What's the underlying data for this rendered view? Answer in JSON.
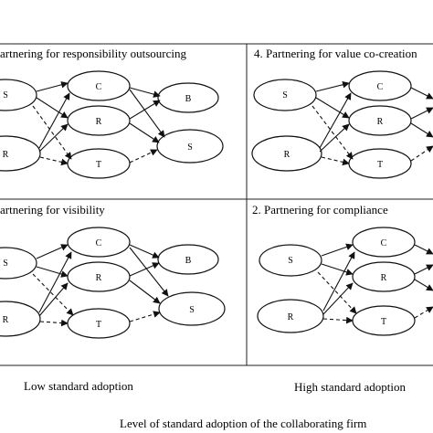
{
  "panels": [
    {
      "title": "artnering for responsibility outsourcing",
      "nodes": {
        "s1": "S",
        "r1": "R",
        "c": "C",
        "r": "R",
        "t": "T",
        "b": "B",
        "s2": "S"
      }
    },
    {
      "title": "4. Partnering for value co-creation",
      "nodes": {
        "s1": "S",
        "r1": "R",
        "c": "C",
        "r": "R",
        "t": "T"
      }
    },
    {
      "title": "artnering for visibility",
      "nodes": {
        "s1": "S",
        "r1": "R",
        "c": "C",
        "r": "R",
        "t": "T",
        "b": "B",
        "s2": "S"
      }
    },
    {
      "title": "2. Partnering for compliance",
      "nodes": {
        "s1": "S",
        "r1": "R",
        "c": "C",
        "r": "R",
        "t": "T"
      }
    }
  ],
  "axis": {
    "low_label": "Low standard adoption",
    "high_label": "High standard adoption",
    "caption": "Level of standard adoption of the collaborating firm"
  }
}
